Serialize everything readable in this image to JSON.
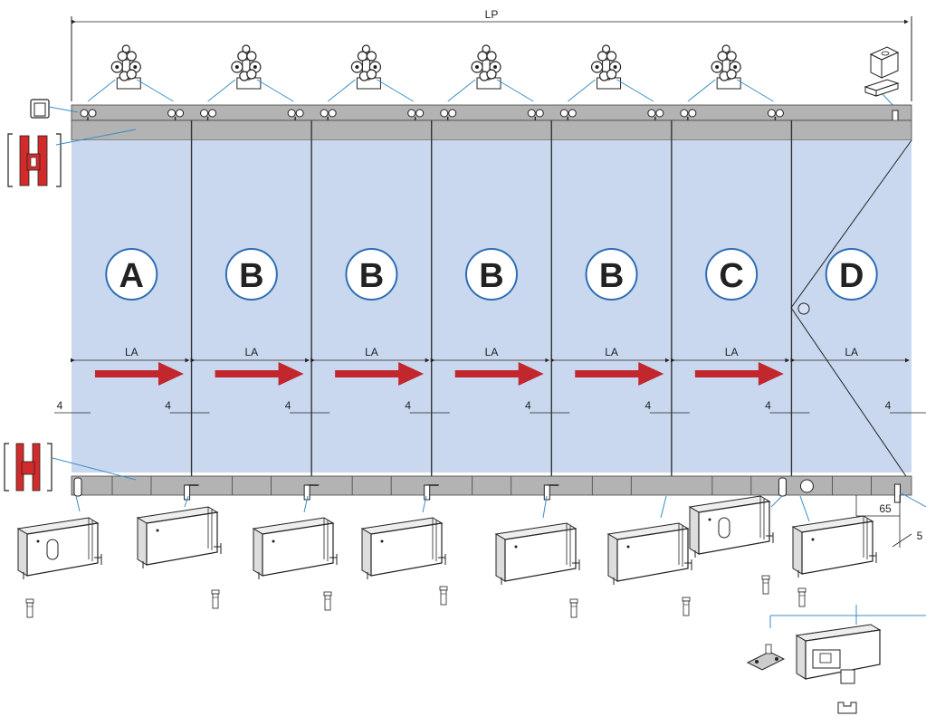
{
  "overall_width_label": "LP",
  "panel_width_label": "LA",
  "gap_label": "4",
  "corner_dim_a": "65",
  "corner_dim_b": "5",
  "colors": {
    "glass": "#c9d8ee",
    "rail": "#b3b3b3",
    "arrow": "#c1272d",
    "circle_stroke": "#2e6db3",
    "profile_red": "#d22b2b",
    "leader": "#3a8dc4"
  },
  "panels": [
    {
      "letter": "A",
      "has_arrow": true
    },
    {
      "letter": "B",
      "has_arrow": true
    },
    {
      "letter": "B",
      "has_arrow": true
    },
    {
      "letter": "B",
      "has_arrow": true
    },
    {
      "letter": "B",
      "has_arrow": true
    },
    {
      "letter": "C",
      "has_arrow": true
    },
    {
      "letter": "D",
      "has_arrow": false
    }
  ],
  "icons": [
    "roller-carriage-icon",
    "end-stop-icon",
    "track-profile-icon",
    "top-profile-icon",
    "bottom-profile-icon",
    "bottom-patch-fitting-icon",
    "floor-pivot-icon",
    "lock-fitting-icon",
    "corner-lock-icon"
  ]
}
